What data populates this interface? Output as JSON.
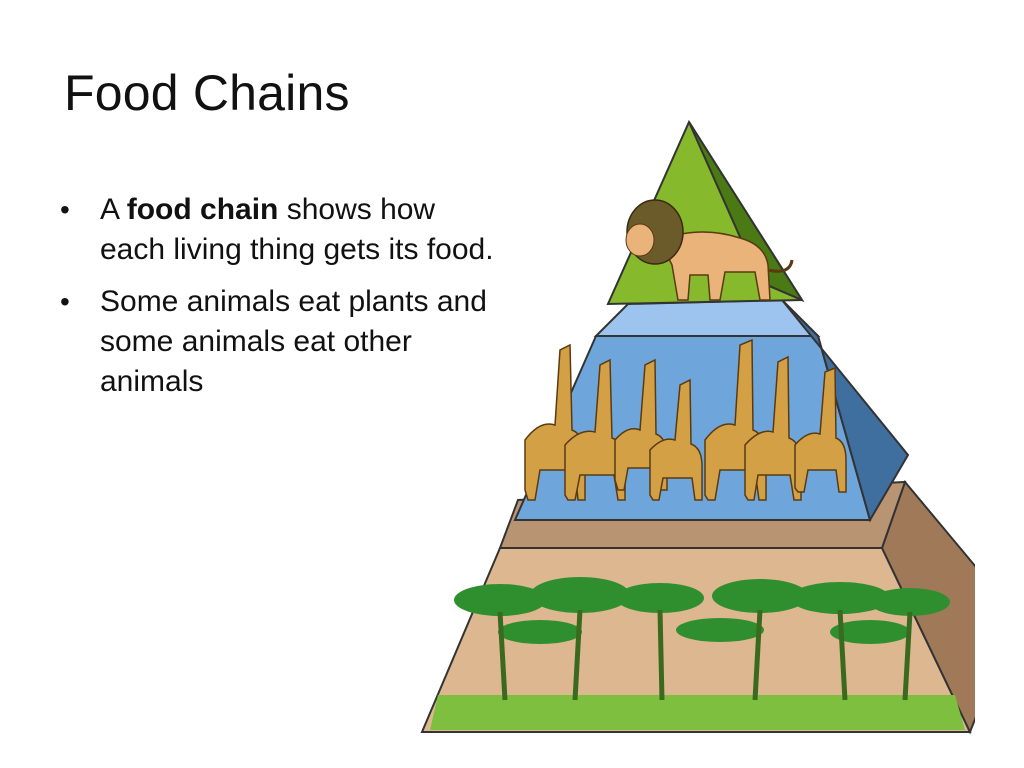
{
  "slide": {
    "title": "Food Chains",
    "bullets": [
      {
        "before": "A ",
        "bold": "food chain",
        "after": " shows how each living thing gets its food."
      },
      {
        "text": "Some animals eat plants and some animals eat other animals"
      }
    ]
  },
  "pyramid": {
    "levels": [
      {
        "name": "lion",
        "color": "#86b92b",
        "shade": "#4a7a14"
      },
      {
        "name": "giraffes",
        "color": "#86b8e8",
        "shade": "#3f6f9f"
      },
      {
        "name": "trees",
        "color": "#e9c7a2",
        "shade": "#8a6749"
      }
    ],
    "animals": {
      "lion_color": "#e9b37a",
      "mane_color": "#6b5a2a",
      "giraffe_color": "#d4a046",
      "spot_color": "#5a3a10",
      "tree_color": "#2f8f2f"
    }
  }
}
